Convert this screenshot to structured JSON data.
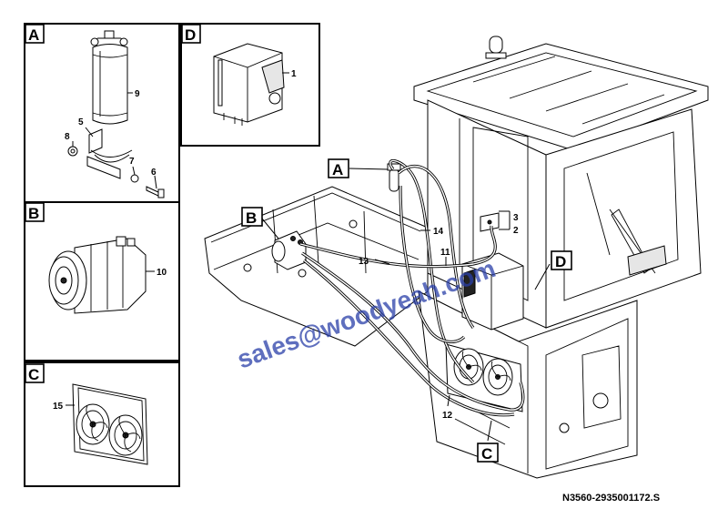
{
  "panels": {
    "a": {
      "label": "A",
      "callouts": {
        "c9": "9",
        "c5": "5",
        "c8": "8",
        "c7": "7",
        "c6": "6"
      }
    },
    "b": {
      "label": "B",
      "callouts": {
        "c10": "10"
      }
    },
    "c": {
      "label": "C",
      "callouts": {
        "c15": "15"
      }
    },
    "d": {
      "label": "D",
      "callouts": {
        "c1": "1"
      }
    }
  },
  "main": {
    "tags": {
      "a": "A",
      "b": "B",
      "c": "C",
      "d": "D"
    },
    "callouts": {
      "c14": "14",
      "c13": "13",
      "c11": "11",
      "c3": "3",
      "c2": "2",
      "c12": "12"
    }
  },
  "watermark": "sales@woodyeah.com",
  "drawing_code": "N3560-2935001172.S"
}
